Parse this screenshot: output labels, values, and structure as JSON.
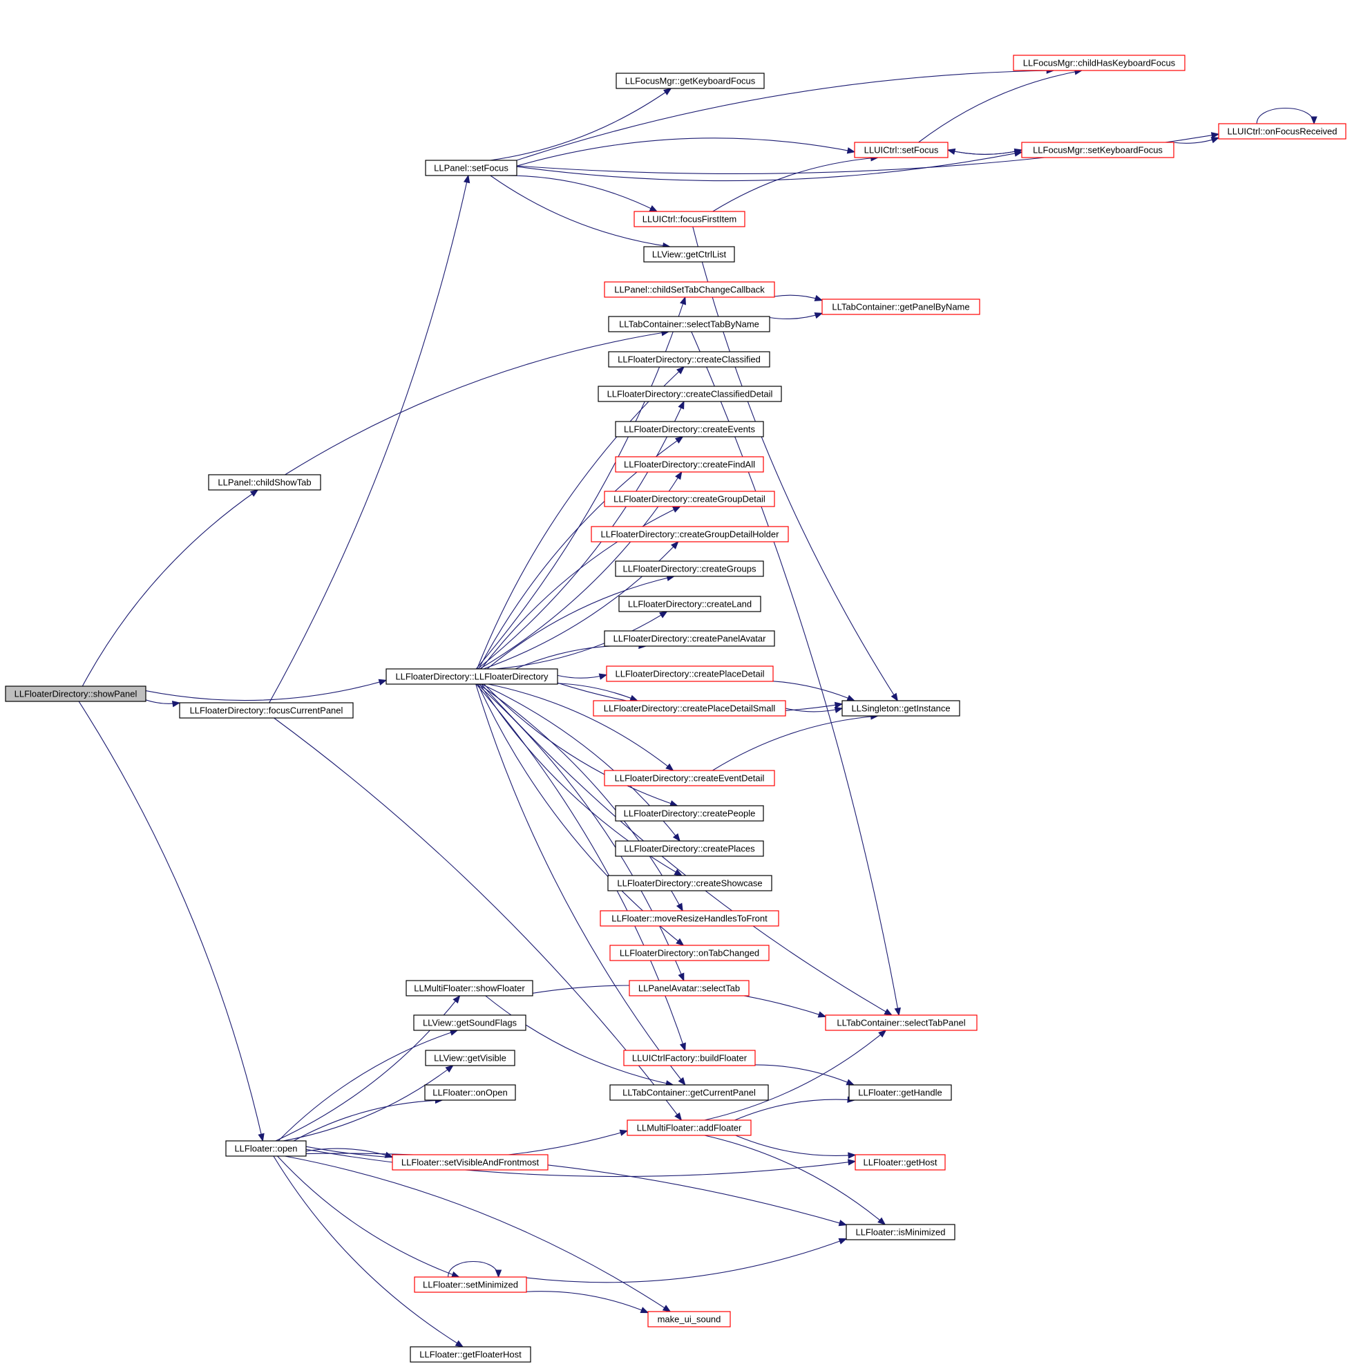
{
  "colors": {
    "edge": "#191970",
    "node_border_default": "#000000",
    "node_border_truncated": "#ff0000",
    "root_fill": "#bfbfbf"
  },
  "nodes": {
    "showPanel": {
      "label": "LLFloaterDirectory::showPanel"
    },
    "childShowTab": {
      "label": "LLPanel::childShowTab"
    },
    "focusCurrentPanel": {
      "label": "LLFloaterDirectory::focusCurrentPanel"
    },
    "open": {
      "label": "LLFloater::open"
    },
    "setFocus": {
      "label": "LLPanel::setFocus"
    },
    "ctor": {
      "label": "LLFloaterDirectory::LLFloaterDirectory"
    },
    "getKeyboardFocus": {
      "label": "LLFocusMgr::getKeyboardFocus"
    },
    "childHasKeyboardFocus": {
      "label": "LLFocusMgr::childHasKeyboardFocus"
    },
    "onFocusReceived": {
      "label": "LLUICtrl::onFocusReceived"
    },
    "uiSetFocus": {
      "label": "LLUICtrl::setFocus"
    },
    "setKeyboardFocus": {
      "label": "LLFocusMgr::setKeyboardFocus"
    },
    "focusFirstItem": {
      "label": "LLUICtrl::focusFirstItem"
    },
    "getCtrlList": {
      "label": "LLView::getCtrlList"
    },
    "childSetTabChangeCallback": {
      "label": "LLPanel::childSetTabChangeCallback"
    },
    "getPanelByName": {
      "label": "LLTabContainer::getPanelByName"
    },
    "selectTabByName": {
      "label": "LLTabContainer::selectTabByName"
    },
    "createClassified": {
      "label": "LLFloaterDirectory::createClassified"
    },
    "createClassifiedDetail": {
      "label": "LLFloaterDirectory::createClassifiedDetail"
    },
    "createEvents": {
      "label": "LLFloaterDirectory::createEvents"
    },
    "createFindAll": {
      "label": "LLFloaterDirectory::createFindAll"
    },
    "createGroupDetail": {
      "label": "LLFloaterDirectory::createGroupDetail"
    },
    "createGroupDetailHolder": {
      "label": "LLFloaterDirectory::createGroupDetailHolder"
    },
    "createGroups": {
      "label": "LLFloaterDirectory::createGroups"
    },
    "createLand": {
      "label": "LLFloaterDirectory::createLand"
    },
    "createPanelAvatar": {
      "label": "LLFloaterDirectory::createPanelAvatar"
    },
    "createPlaceDetail": {
      "label": "LLFloaterDirectory::createPlaceDetail"
    },
    "createPlaceDetailSmall": {
      "label": "LLFloaterDirectory::createPlaceDetailSmall"
    },
    "getInstance": {
      "label": "LLSingleton::getInstance"
    },
    "createEventDetail": {
      "label": "LLFloaterDirectory::createEventDetail"
    },
    "createPeople": {
      "label": "LLFloaterDirectory::createPeople"
    },
    "createPlaces": {
      "label": "LLFloaterDirectory::createPlaces"
    },
    "createShowcase": {
      "label": "LLFloaterDirectory::createShowcase"
    },
    "moveResizeHandlesToFront": {
      "label": "LLFloater::moveResizeHandlesToFront"
    },
    "onTabChanged": {
      "label": "LLFloaterDirectory::onTabChanged"
    },
    "selectTab": {
      "label": "LLPanelAvatar::selectTab"
    },
    "showFloater": {
      "label": "LLMultiFloater::showFloater"
    },
    "selectTabPanel": {
      "label": "LLTabContainer::selectTabPanel"
    },
    "getSoundFlags": {
      "label": "LLView::getSoundFlags"
    },
    "getVisible": {
      "label": "LLView::getVisible"
    },
    "buildFloater": {
      "label": "LLUICtrlFactory::buildFloater"
    },
    "onOpen": {
      "label": "LLFloater::onOpen"
    },
    "getCurrentPanel": {
      "label": "LLTabContainer::getCurrentPanel"
    },
    "getHandle": {
      "label": "LLFloater::getHandle"
    },
    "addFloater": {
      "label": "LLMultiFloater::addFloater"
    },
    "setVisibleAndFrontmost": {
      "label": "LLFloater::setVisibleAndFrontmost"
    },
    "getHost": {
      "label": "LLFloater::getHost"
    },
    "isMinimized": {
      "label": "LLFloater::isMinimized"
    },
    "setMinimized": {
      "label": "LLFloater::setMinimized"
    },
    "make_ui_sound": {
      "label": "make_ui_sound"
    },
    "getFloaterHost": {
      "label": "LLFloater::getFloaterHost"
    }
  }
}
